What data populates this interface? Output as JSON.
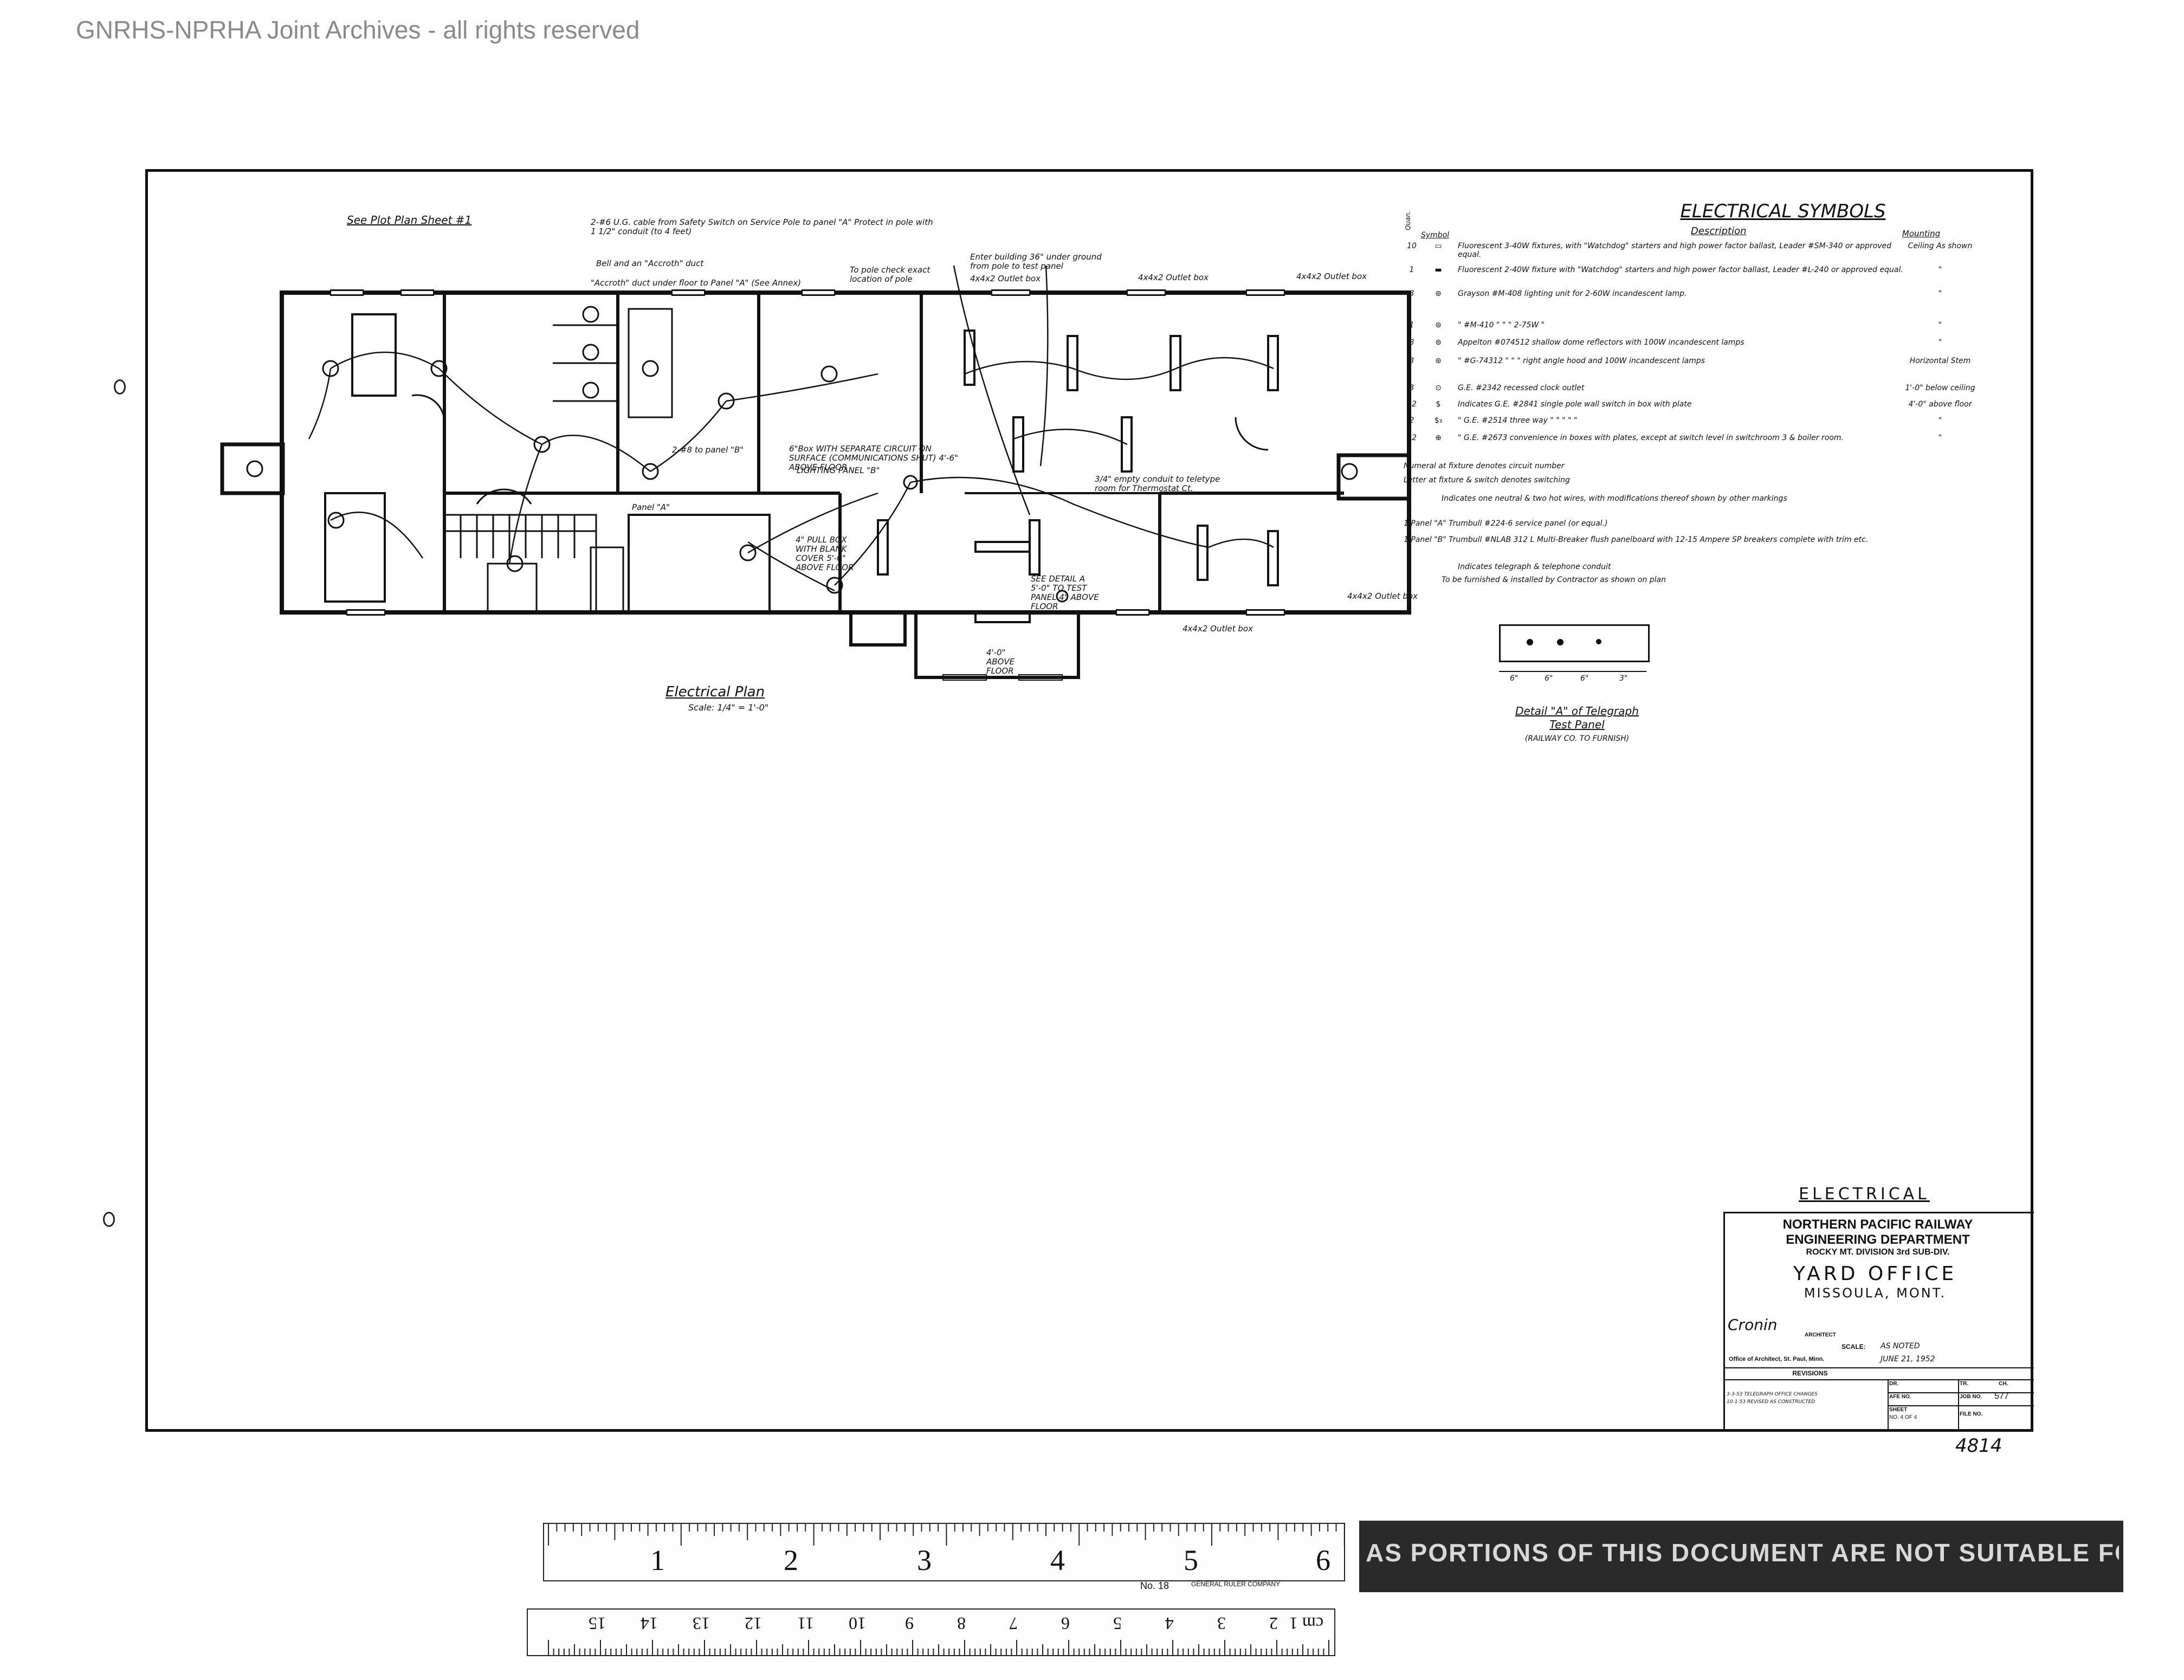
{
  "watermark": "GNRHS-NPRHA Joint Archives - all rights reserved",
  "plan": {
    "title": "Electrical Plan",
    "scale": "Scale: 1/4\" = 1'-0\"",
    "notes": {
      "see_plot": "See Plot Plan Sheet #1",
      "ug_cable": "2-#6 U.G. cable from Safety Switch on Service Pole to panel \"A\" Protect in pole with 1 1/2\" conduit (to 4 feet)",
      "bell": "Bell and an \"Accroth\" duct",
      "duct": "\"Accroth\" duct under floor to Panel \"A\" (See Annex)",
      "pole": "To pole check exact location of pole",
      "enter": "Enter building 36\" under ground from pole to test panel",
      "outlet_box_1": "4x4x2 Outlet box",
      "outlet_box_2": "4x4x2 Outlet box",
      "outlet_box_3": "4x4x2 Outlet box",
      "outlet_box_4": "4x4x2 Outlet box",
      "outlet_box_5": "4x4x2 Outlet box",
      "panel_b": "2-#8 to panel \"B\"",
      "panel_a": "Panel \"A\"",
      "six_box": "6\"Box WITH SEPARATE CIRCUIT ON SURFACE (COMMUNICATIONS SHUT) 4'-6\" ABOVE FLOOR",
      "lighting": "LIGHTING PANEL \"B\"",
      "pull_box": "4\" PULL BOX WITH BLANK COVER 5'-0\" ABOVE FLOOR",
      "see_detail": "SEE DETAIL A 5'-0\" TO TEST PANEL 4\" ABOVE FLOOR",
      "empty_conduit": "3/4\" empty conduit to teletype room for Thermostat Ct.",
      "above_floor": "4'-0\" ABOVE FLOOR"
    }
  },
  "symbols": {
    "title": "ELECTRICAL SYMBOLS",
    "col_qty": "Quan.",
    "col_symbol": "Symbol",
    "col_desc": "Description",
    "col_mount": "Mounting",
    "rows": [
      {
        "qty": "10",
        "symbol": "▭",
        "desc": "Fluorescent 3-40W fixtures, with \"Watchdog\" starters and high power factor ballast, Leader #SM-340 or approved equal.",
        "mount": "Ceiling As shown"
      },
      {
        "qty": "1",
        "symbol": "▬",
        "desc": "Fluorescent 2-40W fixture with \"Watchdog\" starters and high power factor ballast, Leader #L-240 or approved equal.",
        "mount": "\""
      },
      {
        "qty": "3",
        "symbol": "⊛",
        "desc": "Grayson #M-408 lighting unit for 2-60W incandescent lamp.",
        "mount": "\""
      },
      {
        "qty": "1",
        "symbol": "⊛",
        "desc": "\" #M-410 \" \" \" 2-75W \"",
        "mount": "\""
      },
      {
        "qty": "8",
        "symbol": "⊛",
        "desc": "Appelton #074512 shallow dome reflectors with 100W incandescent lamps",
        "mount": "\""
      },
      {
        "qty": "3",
        "symbol": "⊛",
        "desc": "\" #G-74312 \" \" \" right angle hood and 100W incandescent lamps",
        "mount": "Horizontal Stem"
      },
      {
        "qty": "3",
        "symbol": "⊙",
        "desc": "G.E. #2342 recessed clock outlet",
        "mount": "1'-0\" below ceiling"
      },
      {
        "qty": "12",
        "symbol": "$",
        "desc": "Indicates G.E. #2841 single pole wall switch in box with plate",
        "mount": "4'-0\" above floor"
      },
      {
        "qty": "2",
        "symbol": "$₃",
        "desc": "\" G.E. #2514 three way \" \" \" \" \"",
        "mount": "\""
      },
      {
        "qty": "12",
        "symbol": "⊕",
        "desc": "\" G.E. #2673 convenience in boxes with plates, except at switch level in switchroom 3 & boiler room.",
        "mount": "\""
      }
    ],
    "notes": [
      "Numeral at fixture denotes circuit number",
      "Letter at fixture & switch denotes switching",
      "Indicates one neutral & two hot wires, with modifications thereof shown by other markings",
      "1  Panel \"A\" Trumbull #224-6 service panel (or equal.)",
      "1  Panel \"B\" Trumbull #NLAB 312 L Multi-Breaker flush panelboard with 12-15 Ampere SP breakers complete with trim etc.",
      "Indicates telegraph & telephone conduit",
      "To be furnished & installed by Contractor as shown on plan"
    ]
  },
  "detail": {
    "title": "Detail \"A\" of Telegraph",
    "subtitle": "Test Panel",
    "note": "(RAILWAY CO. TO FURNISH)",
    "dims": [
      "6\"",
      "6\"",
      "6\"",
      "3\""
    ]
  },
  "title_block": {
    "sheet_title": "ELECTRICAL",
    "railway": "NORTHERN PACIFIC RAILWAY",
    "department": "ENGINEERING DEPARTMENT",
    "division": "ROCKY MT. DIVISION    3rd SUB-DIV.",
    "project": "YARD OFFICE",
    "location": "MISSOULA, MONT.",
    "signature": "Cronin",
    "architect": "ARCHITECT",
    "scale_label": "SCALE:",
    "scale_value": "AS NOTED",
    "office": "Office of Architect, St. Paul, Minn.",
    "date": "JUNE 21, 1952",
    "revisions_label": "REVISIONS",
    "rev1": "3-3-53 TELEGRAPH OFFICE CHANGES",
    "rev2": "10-1-53 REVISED AS CONSTRUCTED",
    "dr_label": "DR.",
    "tr_label": "TR.",
    "ch_label": "CH.",
    "afe_label": "AFE NO.",
    "job_label": "JOB NO.",
    "job_value": "577",
    "sheet_label": "SHEET",
    "sheet_value": "NO. 4 OF 4",
    "file_label": "FILE NO."
  },
  "drawing_number": "4814",
  "ruler": {
    "inch_marks": [
      "1",
      "2",
      "3",
      "4",
      "5",
      "6"
    ],
    "cm_marks": [
      "cm 1",
      "2",
      "3",
      "4",
      "5",
      "6",
      "7",
      "8",
      "9",
      "10",
      "11",
      "12",
      "13",
      "14",
      "15"
    ],
    "label": "No. 18",
    "brand": "GENERAL RULER COMPANY"
  },
  "stamp": "AS PORTIONS OF THIS DOCUMENT ARE NOT SUITABLE FOR RE-PRODUCTION AT THE SIZE OF THE ORIGINAL DRAWING"
}
